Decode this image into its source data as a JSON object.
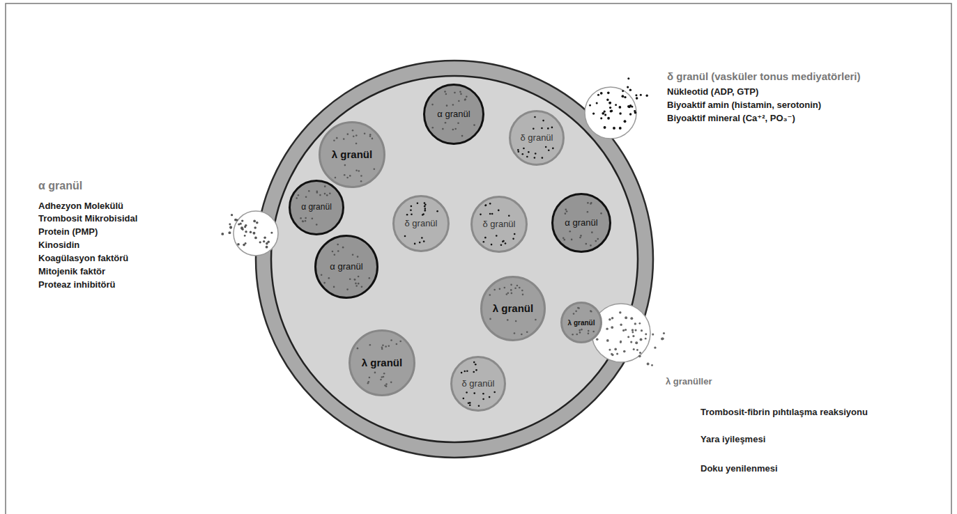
{
  "diagram": {
    "nodes": [
      {
        "text": [
          "α granül"
        ]
      },
      {
        "text": [
          "δ granül"
        ]
      },
      {
        "text": [
          "λ granül"
        ]
      },
      {
        "text": [
          "α granül"
        ]
      },
      {
        "text": [
          "δ granül"
        ]
      },
      {
        "text": [
          "δ granül"
        ]
      },
      {
        "text": [
          "α granül"
        ]
      },
      {
        "text": [
          "α granül"
        ]
      },
      {
        "text": [
          "λ granül"
        ]
      },
      {
        "text": [
          "λ granül"
        ]
      },
      {
        "text": [
          "λ granül"
        ]
      },
      {
        "text": [
          "δ granül"
        ]
      }
    ],
    "labels": [
      "α granül",
      "Adhezyon Molekülü",
      "Trombosit Mikrobisidal Protein (PMP)",
      "Kinosidin",
      "Koagülasyon faktörü",
      "Mitojenik faktör",
      "Proteaz inhibitörü",
      "δ granül (vasküler tonus mediyatörleri)",
      "Nükleotid (ADP, GTP)",
      "Biyoaktif amin (histamin, serotonin)",
      "Biyoaktif mineral (Ca⁺², PO₃⁻)",
      "λ granüller",
      "Trombosit-fibrin pıhtılaşma reaksiyonu",
      "Yara iyileşmesi",
      "Doku yenilenmesi"
    ]
  }
}
